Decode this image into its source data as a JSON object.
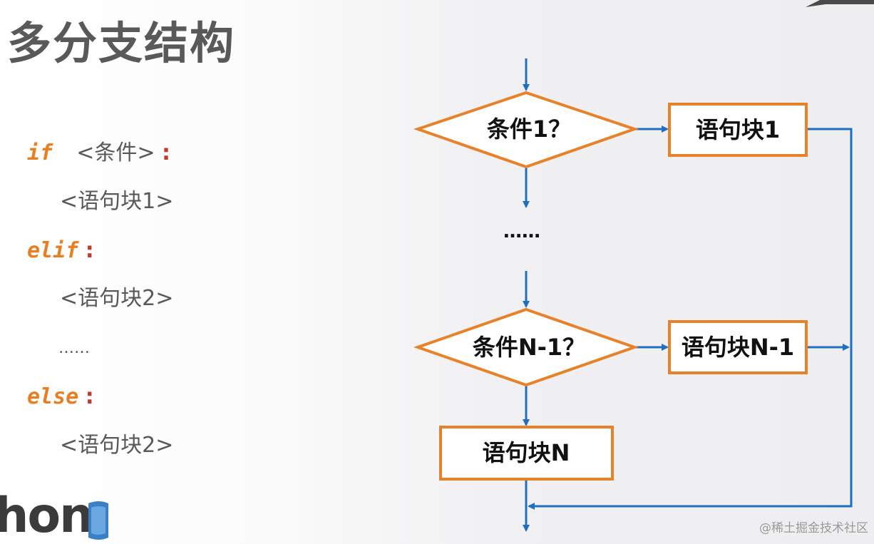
{
  "title": "多分支结构",
  "code": {
    "line1": {
      "keyword": "if",
      "condition": "<条件>",
      "colon": ":"
    },
    "line2": "<语句块1>",
    "line3": {
      "keyword": "elif",
      "colon": ":"
    },
    "line4": "<语句块2>",
    "line5": "……",
    "line6": {
      "keyword": "else",
      "colon": ":"
    },
    "line7": "<语句块2>"
  },
  "flowchart": {
    "cond1": "条件1？",
    "block1": "语句块1",
    "ellipsis": "……",
    "condN1": "条件N-1？",
    "blockN1": "语句块N-1",
    "blockN": "语句块N",
    "colors": {
      "arrow": "#1f6fc0",
      "shape_border": "#e8822a",
      "shape_fill": "#ffffff"
    }
  },
  "logo": {
    "text": "hon"
  },
  "watermark": "@稀土掘金技术社区"
}
